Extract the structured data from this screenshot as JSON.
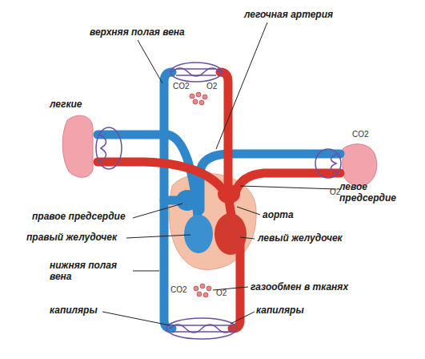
{
  "diagram": {
    "labels": [
      "верхняя полая вена",
      "легочная артерия",
      "CO2",
      "O2",
      "легкие",
      "CO2",
      "O2",
      "левое предсердие",
      "правое предсердие",
      "аорта",
      "правый желудочек",
      "левый желудочек",
      "нижняя полая вена",
      "газообмен в тканях",
      "CO2",
      "O2",
      "капиляры",
      "капиляры"
    ]
  }
}
